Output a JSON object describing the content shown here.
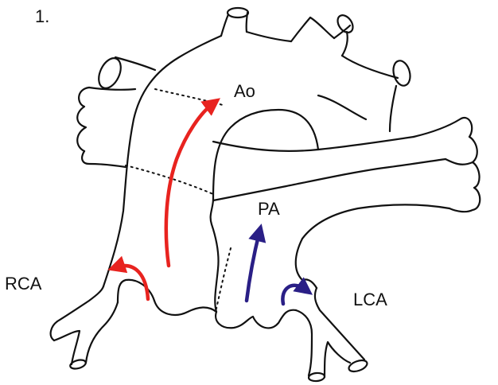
{
  "figure": {
    "number": "1."
  },
  "labels": {
    "aorta": "Ao",
    "pulmonary_artery": "PA",
    "right_coronary_artery": "RCA",
    "left_coronary_artery": "LCA"
  },
  "colors": {
    "aortic_flow": "#e8231f",
    "pulmonary_flow": "#2a1f86",
    "outline": "#111111",
    "background": "#ffffff"
  }
}
